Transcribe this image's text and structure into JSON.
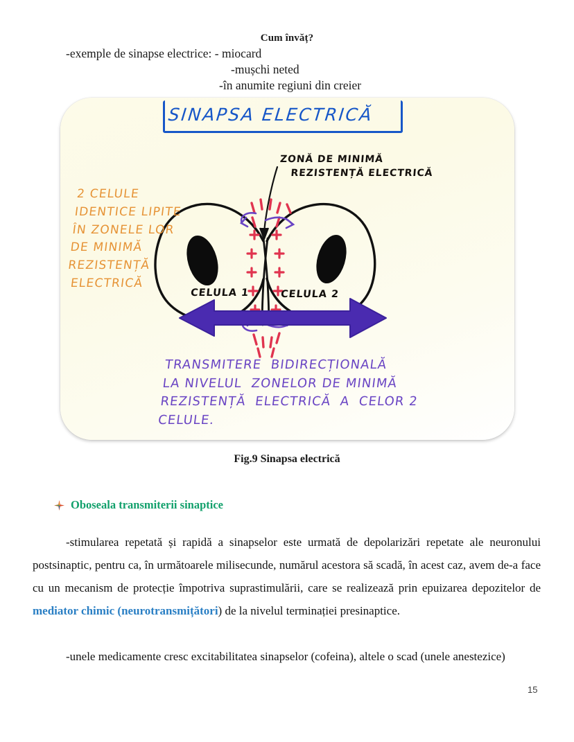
{
  "header": {
    "title": "Cum învăț?",
    "line1": "-exemple de sinapse electrice: - miocard",
    "line2": "-mușchi neted",
    "line3": "-în anumite regiuni din creier"
  },
  "figure": {
    "title": "SINAPSA ELECTRICĂ",
    "orange_note": "2 CELULE\nIDENTICE LIPITE\nÎN ZONELE LOR\nDE MINIMĂ\nREZISTENȚĂ\n ELECTRICĂ",
    "zone_label": "ZONĂ DE MINIMĂ\n   REZISTENȚĂ ELECTRICĂ",
    "cell1_label": "CELULA 1",
    "cell2_label": "CELULA 2",
    "purple_note": "TRANSMITERE  BIDIRECȚIONALĂ\nLA NIVELUL  ZONELOR DE MINIMĂ\nREZISTENȚĂ  ELECTRICĂ  A  CELOR 2\nCELULE.",
    "caption": "Fig.9 Sinapsa electrică",
    "colors": {
      "title_blue": "#1757c8",
      "orange": "#e69336",
      "purple": "#6a45c4",
      "charge_red": "#e0344f",
      "card_bg": "#fdfbe9"
    }
  },
  "section": {
    "heading": "Oboseala transmiterii sinaptice",
    "heading_color": "#11a06b",
    "bullet_icon": "four-point-star-icon"
  },
  "body": {
    "paragraph1_part1": "-stimularea repetată și rapidă a sinapselor este urmată de depolarizări repetate ale neuronului postsinaptic, pentru ca, în următoarele milisecunde, numărul acestora să scadă, în acest caz, avem de-a face cu un mecanism de protecție împotriva suprastimulării, care se realizează prin epuizarea depozitelor de ",
    "paragraph1_highlight": "mediator chimic (neurotransmițători",
    "paragraph1_part2": ") de la nivelul terminației presinaptice.",
    "highlight_color": "#2a7fc4",
    "paragraph2": "-unele medicamente cresc excitabilitatea sinapselor (cofeina), altele o scad (unele anestezice)"
  },
  "footer": {
    "page_number": "15"
  }
}
